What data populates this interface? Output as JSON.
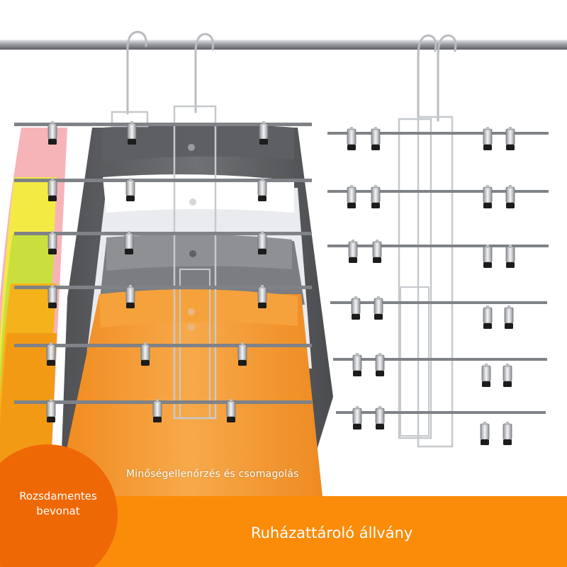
{
  "caption": "Minőségellenőrzés és csomagolás",
  "banner": {
    "title": "Ruházattároló állvány"
  },
  "badge": {
    "line1": "Rozsdamentes",
    "line2": "bevonat"
  },
  "colors": {
    "banner_orange": "#fb8c0a",
    "badge_orange": "#ef6806",
    "chrome": "#c9ccd1",
    "rod": "#9a9da1"
  }
}
